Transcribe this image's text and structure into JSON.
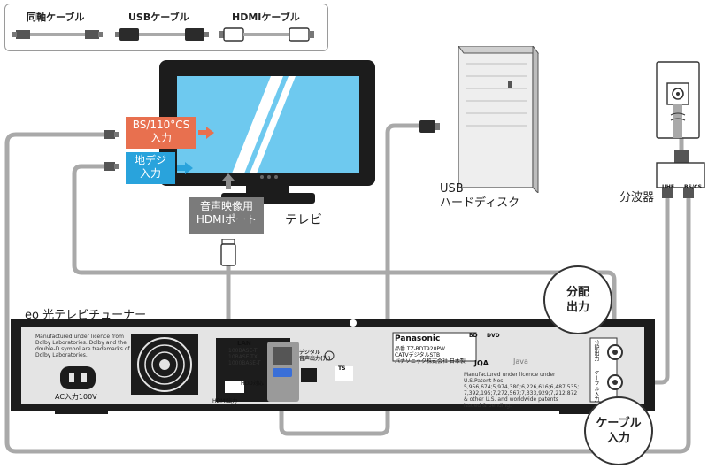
{
  "legend": {
    "coax_label": "同軸ケーブル",
    "usb_label": "USBケーブル",
    "hdmi_label": "HDMIケーブル"
  },
  "tv": {
    "label": "テレビ",
    "bs_input": "BS/110°CS\n入力",
    "terrestrial_input": "地デジ\n入力",
    "hdmi_port": "音声映像用\nHDMIポート"
  },
  "hdd": {
    "label": "USB\nハードディスク"
  },
  "splitter": {
    "label": "分波器",
    "uhf": "UHF",
    "bscs": "BS/CS"
  },
  "tuner": {
    "brand_title": "eo 光テレビチューナー",
    "licence_dolby": "Manufactured under licence from Dolby Laboratories. Dolby and the double-D symbol are trademarks of Dolby Laboratories.",
    "ac_label": "AC入力100V",
    "lan_label": "LAN",
    "lan_spec": "100BASE-T\n10BASE-TX\n1000BASE-T",
    "hdmi_out": "HDMI出力",
    "hdd_compat": "HDD対応",
    "digital_audio": "デジタル\n音声出力(光)",
    "ts_label": "TS",
    "manufacturer_logo": "Panasonic",
    "model": "品番 TZ-BDT920PW",
    "model_sub": "CATVデジタルSTB",
    "maker_jp": "パナソニック株式会社 日本製",
    "bd_label": "BD",
    "dvd_label": "DVD",
    "jqa": "JQA",
    "java": "Java",
    "patent": "Manufactured under licence under U.S.Patent Nos 5,956,674;5,974,380;6,226,616;6,487,535; 7,392,195;7,272,567;7,333,929;7,212,872 & other U.S. and worldwide patents issued & pending.",
    "port_split_out": "分配出力",
    "port_cable_in": "ケーブル入力"
  },
  "callouts": {
    "split_out": "分配\n出力",
    "cable_in": "ケーブル\n入力"
  },
  "colors": {
    "tv_red": "#e8704f",
    "tv_blue": "#29a3dc",
    "screen_blue": "#6ec9ef",
    "cable_gray": "#a9a9a9",
    "tuner_black": "#1c1c1c",
    "panel_gray": "#e4e4e4"
  }
}
